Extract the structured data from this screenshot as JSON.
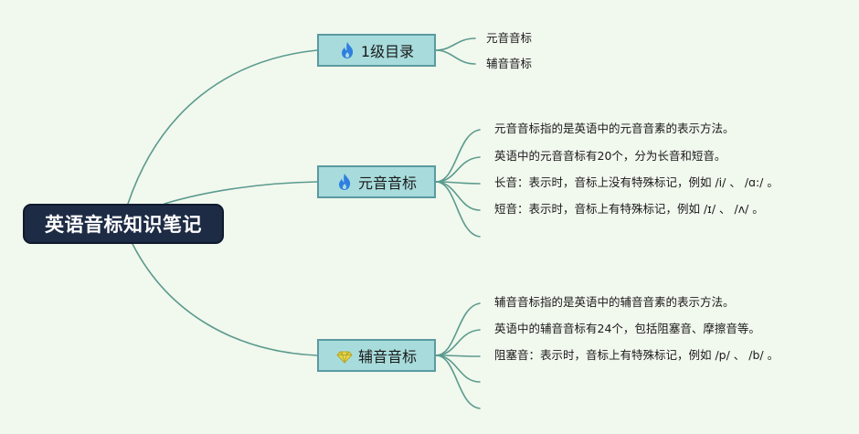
{
  "root": {
    "label": "英语音标知识笔记"
  },
  "branches": [
    {
      "label": "1级目录",
      "icon": "fire-icon",
      "leaves": [
        "元音音标",
        "辅音音标"
      ]
    },
    {
      "label": "元音音标",
      "icon": "fire-icon",
      "leaves": [
        "元音音标指的是英语中的元音音素的表示方法。",
        "英语中的元音音标有20个，分为长音和短音。",
        "长音：表示时，音标上没有特殊标记，例如 /i/ 、 /ɑ:/ 。",
        "短音：表示时，音标上有特殊标记，例如 /ɪ/ 、 /ʌ/ 。",
        ""
      ]
    },
    {
      "label": "辅音音标",
      "icon": "gem-icon",
      "leaves": [
        "辅音音标指的是英语中的辅音音素的表示方法。",
        "英语中的辅音音标有24个，包括阻塞音、摩擦音等。",
        "阻塞音：表示时，音标上有特殊标记，例如 /p/ 、 /b/ 。",
        "",
        ""
      ]
    }
  ],
  "colors": {
    "background": "#f1f8ee",
    "line": "#5b9a8e",
    "root_fill": "#1d2b45",
    "branch_fill": "#a8dcdc",
    "fire": "#2f7fe0",
    "gem": "#e8d84a"
  }
}
